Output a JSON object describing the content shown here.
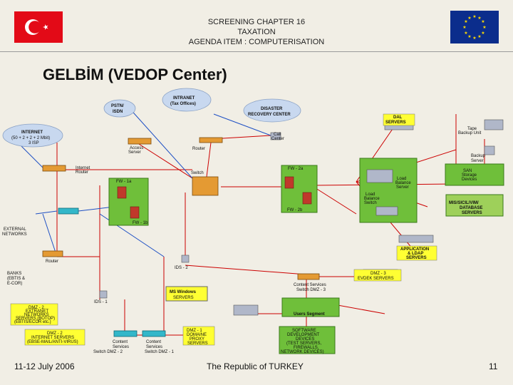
{
  "header": {
    "line1": "SCREENING CHAPTER 16",
    "line2": "TAXATION",
    "line3": "AGENDA ITEM : COMPUTERISATION"
  },
  "title": "GELBİM (VEDOP Center)",
  "footer": {
    "date": "11-12 July 2006",
    "country": "The Republic of TURKEY",
    "page": "11"
  },
  "colors": {
    "turkey_red": "#e30a17",
    "eu_blue": "#0b2d8c",
    "zone_green": "#6fbf3a",
    "label_yellow": "#ffff33",
    "link_red": "#cc0000",
    "link_blue": "#1d4fc4"
  },
  "diagram": {
    "clouds": {
      "pstn": [
        "PSTN/",
        "ISDN"
      ],
      "intranet": [
        "INTRANET",
        "(Tax Offices)"
      ],
      "disaster": [
        "DISASTER",
        "RECOVERY CENTER"
      ],
      "internet": [
        "INTERNET",
        "(50 + 2 + 2 + 2 Mbit)",
        "3 ISP"
      ]
    },
    "labels": {
      "access_server": [
        "Access",
        "Server"
      ],
      "router_top": "Router",
      "call_center": [
        "Call",
        "Center"
      ],
      "internet_router": [
        "Internet",
        "Router"
      ],
      "switch": "Switch",
      "external_networks": [
        "EXTERNAL",
        "NETWORKS"
      ],
      "router_mid": "Router",
      "banks": [
        "BANKS",
        "(EBTIS &",
        "E-COR)"
      ],
      "ids2": "IDS - 2",
      "ids1": "IDS - 1",
      "fw1a": "FW - 1a",
      "fw1b": "FW - 1b",
      "fw2a": "FW - 2a",
      "fw2b": "FW - 2b",
      "load_balance_server": [
        "Load",
        "Balance",
        "Server"
      ],
      "load_balance_switch": [
        "Load",
        "Balance",
        "Switch"
      ],
      "content_services_dmz3": [
        "Content Services",
        "Switch DMZ - 3"
      ],
      "content_services_dmz2": [
        "Content",
        "Services",
        "Switch DMZ - 2"
      ],
      "content_services_dmz1": [
        "Content",
        "Services",
        "Switch DMZ - 1"
      ],
      "dal_servers": [
        "DAL",
        "SERVERS"
      ],
      "tape_backup": [
        "Tape",
        "Backup Unit"
      ],
      "backup_server": [
        "Backup",
        "Server"
      ],
      "san": [
        "SAN",
        "Storage",
        "Devices"
      ],
      "mis_servers": [
        "MIS/SICIL/VIM/",
        "DATABASE",
        "SERVERS"
      ],
      "application_servers": [
        "APPLICATION",
        "& LDAP",
        "SERVERS"
      ],
      "dmz3_servers": [
        "DMZ - 3",
        "EVDEK SERVERS"
      ],
      "ms_windows": [
        "MS Windows",
        "SERVERS"
      ],
      "users_segment": "Users Segment",
      "dmz2_extranet": [
        "DMZ - 2",
        "EXTRANET",
        "NETWORKS",
        "SERVERS (BOTOP)",
        "(EBTIS/ECOR etc.)"
      ],
      "dmz2_internet": [
        "DMZ - 2",
        "INTERNET SERVERS",
        "(EBSE-MAIL/ANTI-VIRUS)"
      ],
      "dmz1_servers": [
        "DMZ - 1",
        "DOMAINE",
        "PROXY",
        "SERVERS"
      ],
      "software_dev": [
        "SOFTWARE",
        "DEVELOPMENT",
        "DEVICES",
        "(TEST SERVERS,",
        "FIREWALLS,",
        "NETWORK DEVICES)"
      ]
    }
  }
}
